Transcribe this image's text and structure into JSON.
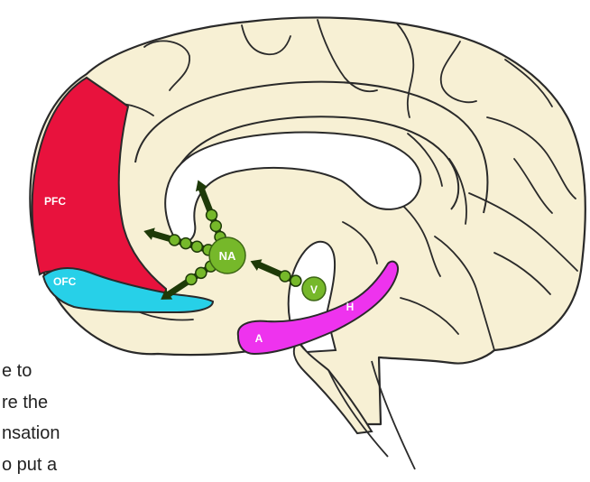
{
  "colors": {
    "tissue": "#f7f0d4",
    "outline": "#2a2a2a",
    "pfc": "#e8123d",
    "ofc": "#27d0e8",
    "amygdala_hippocampus": "#ee33ee",
    "dopamine": "#76b82a",
    "dopamine_dark": "#1e3a08",
    "label": "#ffffff"
  },
  "labels": {
    "pfc": "PFC",
    "ofc": "OFC",
    "na": "NA",
    "v": "V",
    "h": "H",
    "a": "A"
  },
  "caption": {
    "line1": "e to",
    "line2": "re the",
    "line3": "nsation",
    "line4": "o put a"
  },
  "icons": {
    "arrow": "dopamine-pathway-arrow",
    "dot": "dopamine-neuron-dot"
  }
}
